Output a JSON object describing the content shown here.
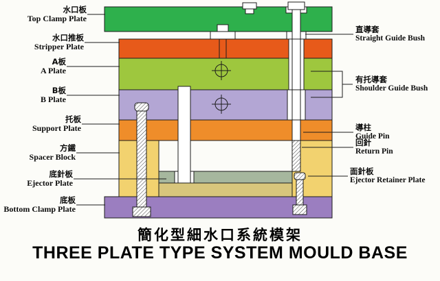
{
  "title": {
    "cn": "簡化型細水口系統模架",
    "en": "THREE PLATE TYPE SYSTEM MOULD BASE"
  },
  "left_labels": [
    {
      "cn": "水口板",
      "en": "Top Clamp Plate"
    },
    {
      "cn": "水口推板",
      "en": "Stripper Plate"
    },
    {
      "cn": "A板",
      "en": "A Plate"
    },
    {
      "cn": "B板",
      "en": "B Plate"
    },
    {
      "cn": "托板",
      "en": "Support Plate"
    },
    {
      "cn": "方鐵",
      "en": "Spacer Block"
    },
    {
      "cn": "底針板",
      "en": "Ejector Plate"
    },
    {
      "cn": "底板",
      "en": "Bottom Clamp Plate"
    }
  ],
  "right_labels": [
    {
      "cn": "直導套",
      "en": "Straight Guide Bush"
    },
    {
      "cn": "有托導套",
      "en": "Shoulder Guide Bush"
    },
    {
      "cn": "導柱",
      "en": "Guide Pin"
    },
    {
      "cn": "回針",
      "en": "Return Pin"
    },
    {
      "cn": "面針板",
      "en": "Ejector Retainer Plate"
    }
  ],
  "colors": {
    "top_clamp_plate": "#2eb04c",
    "stripper_plate": "#e75a1a",
    "a_plate": "#9ec73e",
    "b_plate": "#b3a6d4",
    "support_plate": "#ef8d2a",
    "spacer_block": "#f2d26f",
    "ejector_retainer_plate": "#a6b79e",
    "ejector_plate": "#d8c67c",
    "bottom_clamp_plate": "#9b7ec0",
    "line": "#1c1c1c"
  }
}
